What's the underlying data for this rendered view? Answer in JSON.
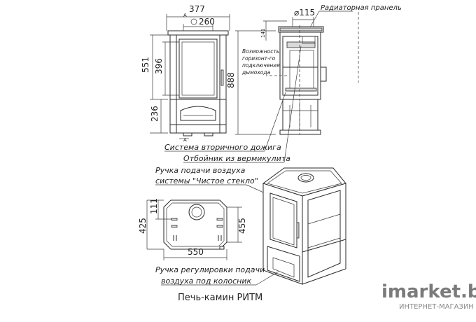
{
  "dimensions": {
    "front_width": "377",
    "hole_offset": "260",
    "front_height_upper": "551",
    "glass_height": "396",
    "front_height_lower": "236",
    "total_height": "888",
    "chimney_height": "141",
    "chimney_diameter": "⌀115",
    "top_depth": "111",
    "top_depth_total": "425",
    "top_width": "550",
    "top_height_right": "455"
  },
  "section_letters": {
    "a_top": "A",
    "a_bottom": "A"
  },
  "labels": {
    "radiator_shelf": "Радиаторная пранель",
    "horizontal_connection": [
      "Возможность",
      "горизонт-го",
      "подключения",
      "дымохода"
    ],
    "secondary_burn": "Система вторичного дожига",
    "vermiculite_deflector": "Отбойник из вермикулита",
    "air_supply_handle_line1": "Ручка подачи воздуха",
    "air_supply_handle_line2": "системы \"Чистое стекло\"",
    "grate_air_handle_line1": "Ручка регулировки подачи",
    "grate_air_handle_line2": "воздуха под колосник"
  },
  "title": "Печь-камин РИТМ",
  "watermark": {
    "brand": "imarket.by",
    "tagline": "ИНТЕРНЕТ-МАГАЗИН"
  }
}
